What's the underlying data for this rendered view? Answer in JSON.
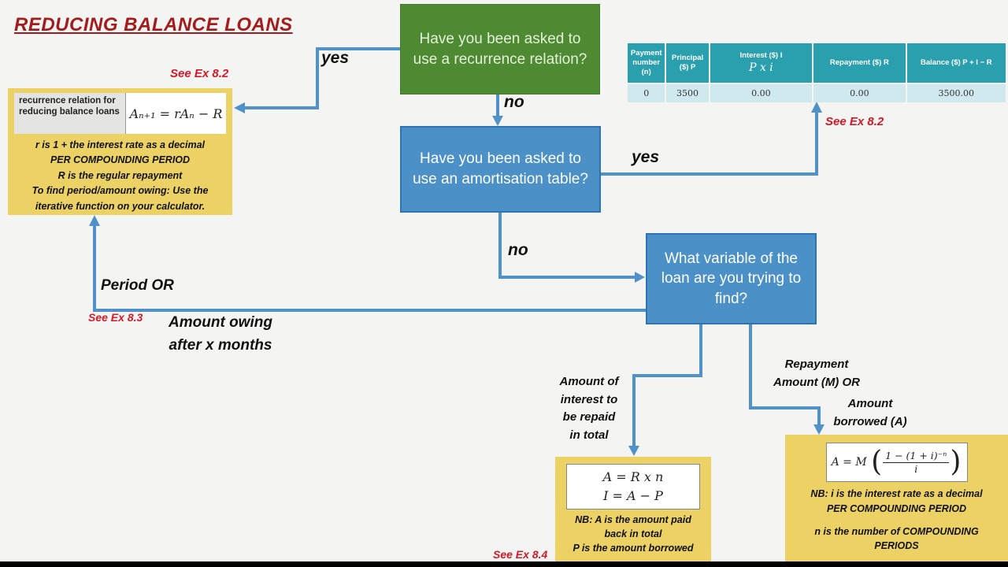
{
  "title": "REDUCING BALANCE LOANS",
  "refs": {
    "ex82a": "See Ex 8.2",
    "ex82b": "See Ex 8.2",
    "ex83": "See Ex 8.3",
    "ex84": "See Ex 8.4"
  },
  "flow": {
    "q_recurrence": "Have you been asked to use a recurrence relation?",
    "q_amortisation": "Have you been asked to use an amortisation table?",
    "q_variable": "What variable of the loan are you trying to find?",
    "yes1": "yes",
    "no1": "no",
    "yes2": "yes",
    "no2": "no"
  },
  "branch_labels": {
    "period": "Period  OR",
    "owing": [
      "Amount owing",
      "after x months"
    ],
    "interest": [
      "Amount of",
      "interest to",
      "be repaid",
      "in total"
    ],
    "repayment": [
      "Repayment",
      "Amount (M) OR"
    ],
    "borrowed": [
      "Amount",
      "borrowed (A)"
    ]
  },
  "recurrence_box": {
    "label": "recurrence relation for reducing balance loans",
    "formula": "Aₙ₊₁ = rAₙ − R",
    "notes": [
      "r is 1 + the interest rate as a decimal",
      "PER COMPOUNDING PERIOD",
      "R is the regular repayment",
      "To find period/amount owing: Use the",
      "iterative function on your calculator."
    ]
  },
  "interest_box": {
    "formulas": [
      "A =  R x n",
      "I  =  A − P"
    ],
    "notes": [
      "NB: A is the amount paid",
      "back in total",
      "P is the amount borrowed"
    ]
  },
  "annuity_box": {
    "formula_lhs": "A = M",
    "frac_num": "1 − (1 + i)⁻ⁿ",
    "frac_den": "i",
    "paren_open": "(",
    "paren_close": ")",
    "notes_1": "NB: i is the interest rate as a decimal",
    "notes_2": "PER COMPOUNDING PERIOD",
    "notes_3": "n is the number of COMPOUNDING",
    "notes_4": "PERIODS"
  },
  "table": {
    "columns": [
      {
        "label": "Payment number (n)"
      },
      {
        "label": "Principal ($) P"
      },
      {
        "label": "Interest ($) I",
        "sub": "P x i"
      },
      {
        "label": "Repayment ($) R"
      },
      {
        "label": "Balance ($) P + I − R"
      }
    ],
    "row": [
      "0",
      "3500",
      "0.00",
      "0.00",
      "3500.00"
    ]
  },
  "colors": {
    "background": "#f4f4f2",
    "title_red": "#a31c1c",
    "ref_red": "#d3192a",
    "green_box": "#4e8a32",
    "blue_box": "#4b90c6",
    "blue_border": "#2e74b5",
    "yellow_box": "#ecd164",
    "arrow_blue": "#5091c9",
    "table_header_teal": "#2aa0ae",
    "table_row_light": "#cfe9ef",
    "bottom_bar": "#000000"
  }
}
